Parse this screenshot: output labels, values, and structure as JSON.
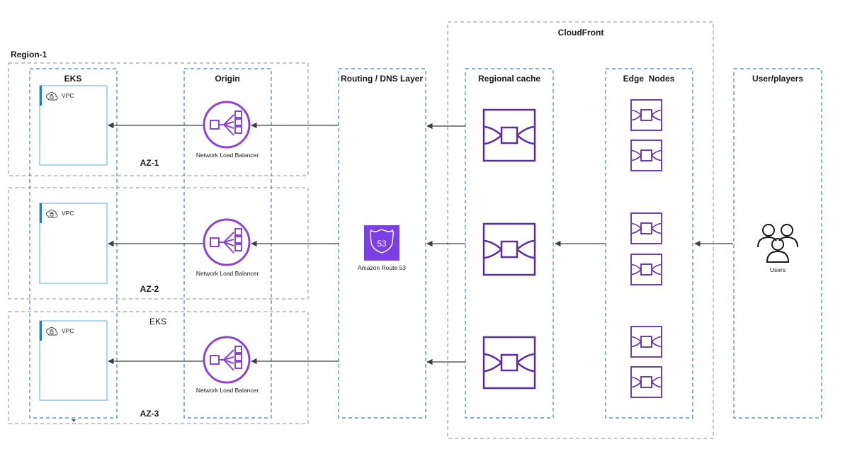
{
  "region": {
    "label": "Region-1"
  },
  "cloudfront": {
    "label": "CloudFront"
  },
  "columns": {
    "eks": "EKS",
    "origin": "Origin",
    "routing": "Routing / DNS Layer",
    "regional_cache": "Regional cache",
    "edge_nodes": "Edge  Nodes",
    "users": "User/players"
  },
  "azs": [
    {
      "label": "AZ-1",
      "vpc_label": "VPC",
      "nlb_label": "Network Load Balancer"
    },
    {
      "label": "AZ-2",
      "vpc_label": "VPC",
      "nlb_label": "Network Load Balancer"
    },
    {
      "label": "AZ-3",
      "vpc_label": "VPC",
      "nlb_label": "Network Load Balancer",
      "extra_label": "EKS"
    }
  ],
  "route53": {
    "label": "Amazon Route 53",
    "badge": "53"
  },
  "users_icon": {
    "label": "Users"
  },
  "colors": {
    "dashed_blue": "#3b82c4",
    "dashed_gray": "#8a8a8a",
    "purple": "#5a2ea6",
    "nlb_purple": "#8a44d8",
    "route53_purple": "#7b3fe4",
    "vpc_accent": "#1f7fc4",
    "arrow": "#3c3c3c"
  },
  "icons": {
    "nlb": "network-load-balancer-icon",
    "cache": "cache-node-icon",
    "route53": "route53-icon",
    "users": "users-group-icon",
    "vpc": "vpc-cloud-lock-icon"
  }
}
